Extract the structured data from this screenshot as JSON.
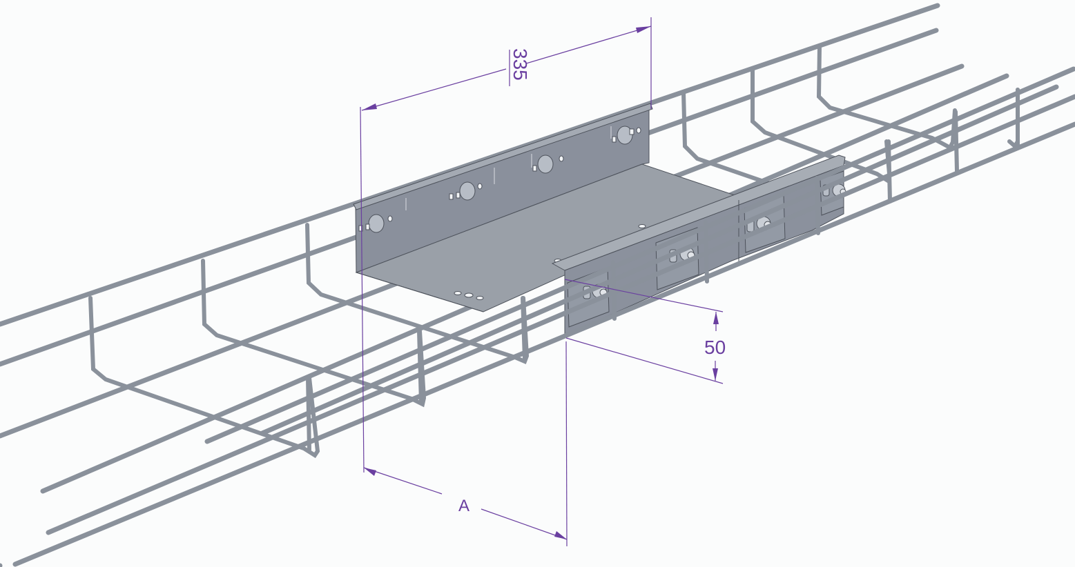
{
  "drawing": {
    "subject": "Wire mesh cable tray with splice/bend bracket",
    "background_color": "#fbfcfc",
    "wire_color": "#8a919b",
    "plate_color": "#8a909c",
    "dimension_color": "#6a3fa0"
  },
  "dimensions": {
    "width": {
      "label": "335",
      "orientation": "rotated-90"
    },
    "height": {
      "label": "50"
    },
    "offset": {
      "label": "A"
    }
  }
}
